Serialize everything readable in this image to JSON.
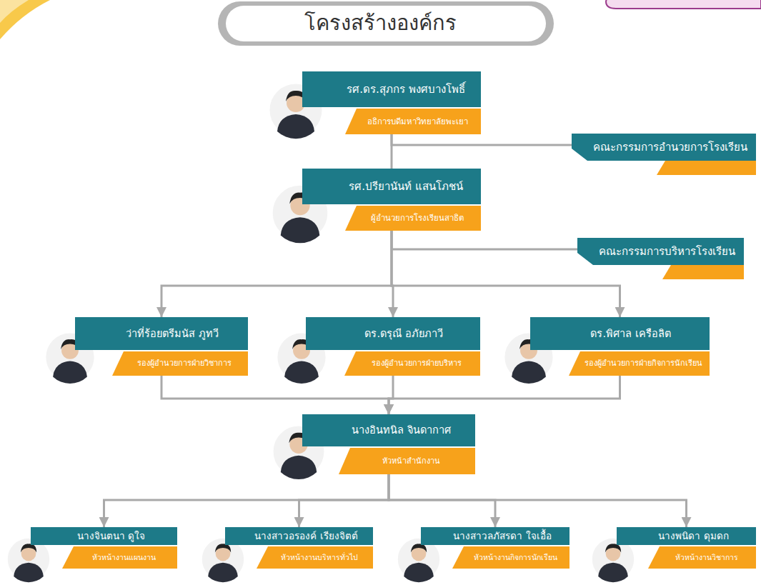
{
  "diagram": {
    "title": "โครงสร้างองค์กร",
    "nodes": [
      {
        "text": [
          "รศ.ดร.สุภกร พงศบางโพธิ์",
          "อธิการบดีมหาวิทยาลัยพะเยา"
        ]
      },
      {
        "text": [
          "คณะกรรมการอำนวยการโรงเรียน"
        ]
      },
      {
        "text": [
          "รศ.ปรียานันท์ แสนโภชน์",
          "ผู้อำนวยการโรงเรียนสาธิต"
        ]
      },
      {
        "text": [
          "คณะกรรมการบริหารโรงเรียน"
        ]
      },
      {
        "text": [
          "ว่าที่ร้อยตรีมนัส ภูทวี",
          "รองผู้อำนวยการฝ่ายวิชาการ"
        ]
      },
      {
        "text": [
          "ดร.ดรุณี อภัยภาวี",
          "รองผู้อำนวยการฝ่ายบริหาร"
        ]
      },
      {
        "text": [
          "ดร.พิศาล เครือลิต",
          "รองผู้อำนวยการฝ่ายกิจการนักเรียน"
        ]
      },
      {
        "text": [
          "นางอินทนิล จินดากาศ",
          "หัวหน้าสำนักงาน"
        ]
      },
      {
        "text": [
          "นางจินตนา ดูใจ",
          "หัวหน้างานแผนงาน"
        ]
      },
      {
        "text": [
          "นางสาวอรองค์ เรียงจิตต์",
          "หัวหน้างานบริหารทั่วไป"
        ]
      },
      {
        "text": [
          "นางสาวลภัสรดา ใจเอื้อ",
          "หัวหน้างานกิจการนักเรียน"
        ]
      },
      {
        "text": [
          "นางพนิดา ดุมดก",
          "หัวหน้างานวิชาการ"
        ]
      }
    ],
    "edges": [
      {
        "from": 0,
        "to": 1,
        "arrow": "none"
      },
      {
        "from": 0,
        "to": 2,
        "arrow": "none"
      },
      {
        "from": 2,
        "to": 3,
        "arrow": "none"
      },
      {
        "from": 2,
        "to": 4,
        "arrow": "to"
      },
      {
        "from": 2,
        "to": 5,
        "arrow": "to"
      },
      {
        "from": 2,
        "to": 6,
        "arrow": "to"
      },
      {
        "from": 4,
        "to": 7,
        "arrow": "to"
      },
      {
        "from": 5,
        "to": 7,
        "arrow": "to"
      },
      {
        "from": 6,
        "to": 7,
        "arrow": "to"
      },
      {
        "from": 7,
        "to": 8,
        "arrow": "to"
      },
      {
        "from": 7,
        "to": 9,
        "arrow": "to"
      },
      {
        "from": 7,
        "to": 10,
        "arrow": "to"
      },
      {
        "from": 7,
        "to": 11,
        "arrow": "to"
      }
    ]
  }
}
